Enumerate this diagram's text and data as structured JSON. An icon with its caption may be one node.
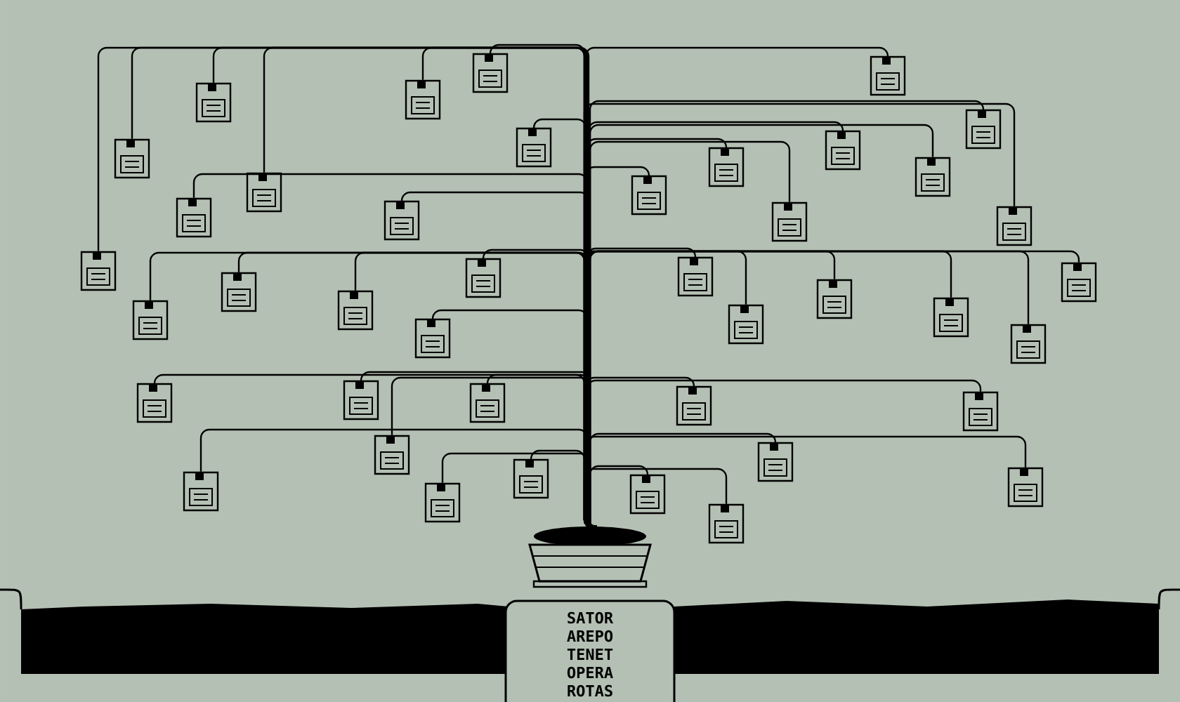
{
  "diagram": {
    "nodes": [
      {
        "text": [],
        "shape": "pot"
      },
      {
        "text": [],
        "shape": "disk"
      },
      {
        "text": [],
        "shape": "disk"
      },
      {
        "text": [],
        "shape": "disk"
      },
      {
        "text": [],
        "shape": "disk"
      },
      {
        "text": [],
        "shape": "disk"
      },
      {
        "text": [],
        "shape": "disk"
      },
      {
        "text": [],
        "shape": "disk"
      },
      {
        "text": [],
        "shape": "disk"
      },
      {
        "text": [],
        "shape": "disk"
      },
      {
        "text": [],
        "shape": "disk"
      },
      {
        "text": [],
        "shape": "disk"
      },
      {
        "text": [],
        "shape": "disk"
      },
      {
        "text": [],
        "shape": "disk"
      },
      {
        "text": [],
        "shape": "disk"
      },
      {
        "text": [],
        "shape": "disk"
      },
      {
        "text": [],
        "shape": "disk"
      },
      {
        "text": [],
        "shape": "disk"
      },
      {
        "text": [],
        "shape": "disk"
      },
      {
        "text": [],
        "shape": "disk"
      },
      {
        "text": [],
        "shape": "disk"
      },
      {
        "text": [],
        "shape": "disk"
      },
      {
        "text": [],
        "shape": "disk"
      },
      {
        "text": [],
        "shape": "disk"
      },
      {
        "text": [],
        "shape": "disk"
      },
      {
        "text": [],
        "shape": "disk"
      },
      {
        "text": [],
        "shape": "disk"
      },
      {
        "text": [],
        "shape": "disk"
      },
      {
        "text": [],
        "shape": "disk"
      },
      {
        "text": [],
        "shape": "disk"
      },
      {
        "text": [],
        "shape": "disk"
      },
      {
        "text": [],
        "shape": "disk"
      },
      {
        "text": [],
        "shape": "disk"
      },
      {
        "text": [],
        "shape": "disk"
      },
      {
        "text": [],
        "shape": "disk"
      },
      {
        "text": [],
        "shape": "disk"
      },
      {
        "text": [],
        "shape": "disk"
      },
      {
        "text": [],
        "shape": "disk"
      },
      {
        "text": [],
        "shape": "disk"
      },
      {
        "text": [],
        "shape": "disk"
      },
      {
        "text": [],
        "shape": "disk"
      },
      {
        "text": [],
        "shape": "disk"
      }
    ],
    "edges": [
      {
        "from": 0,
        "to": 1,
        "arrow": "none"
      },
      {
        "from": 0,
        "to": 2,
        "arrow": "none"
      },
      {
        "from": 0,
        "to": 3,
        "arrow": "none"
      },
      {
        "from": 0,
        "to": 4,
        "arrow": "none"
      },
      {
        "from": 0,
        "to": 5,
        "arrow": "none"
      },
      {
        "from": 0,
        "to": 6,
        "arrow": "none"
      },
      {
        "from": 0,
        "to": 7,
        "arrow": "none"
      },
      {
        "from": 0,
        "to": 8,
        "arrow": "none"
      },
      {
        "from": 0,
        "to": 9,
        "arrow": "none"
      },
      {
        "from": 0,
        "to": 10,
        "arrow": "none"
      },
      {
        "from": 0,
        "to": 11,
        "arrow": "none"
      },
      {
        "from": 0,
        "to": 12,
        "arrow": "none"
      },
      {
        "from": 0,
        "to": 13,
        "arrow": "none"
      },
      {
        "from": 0,
        "to": 14,
        "arrow": "none"
      },
      {
        "from": 0,
        "to": 15,
        "arrow": "none"
      },
      {
        "from": 0,
        "to": 16,
        "arrow": "none"
      },
      {
        "from": 0,
        "to": 17,
        "arrow": "none"
      },
      {
        "from": 0,
        "to": 18,
        "arrow": "none"
      },
      {
        "from": 0,
        "to": 19,
        "arrow": "none"
      },
      {
        "from": 0,
        "to": 20,
        "arrow": "none"
      },
      {
        "from": 0,
        "to": 21,
        "arrow": "none"
      },
      {
        "from": 0,
        "to": 22,
        "arrow": "none"
      },
      {
        "from": 0,
        "to": 23,
        "arrow": "none"
      },
      {
        "from": 0,
        "to": 24,
        "arrow": "none"
      },
      {
        "from": 0,
        "to": 25,
        "arrow": "none"
      },
      {
        "from": 0,
        "to": 26,
        "arrow": "none"
      },
      {
        "from": 0,
        "to": 27,
        "arrow": "none"
      },
      {
        "from": 0,
        "to": 28,
        "arrow": "none"
      },
      {
        "from": 0,
        "to": 29,
        "arrow": "none"
      },
      {
        "from": 0,
        "to": 30,
        "arrow": "none"
      },
      {
        "from": 0,
        "to": 31,
        "arrow": "none"
      },
      {
        "from": 0,
        "to": 32,
        "arrow": "none"
      },
      {
        "from": 0,
        "to": 33,
        "arrow": "none"
      },
      {
        "from": 0,
        "to": 34,
        "arrow": "none"
      },
      {
        "from": 0,
        "to": 35,
        "arrow": "none"
      },
      {
        "from": 0,
        "to": 36,
        "arrow": "none"
      },
      {
        "from": 0,
        "to": 37,
        "arrow": "none"
      },
      {
        "from": 0,
        "to": 38,
        "arrow": "none"
      },
      {
        "from": 0,
        "to": 39,
        "arrow": "none"
      },
      {
        "from": 0,
        "to": 40,
        "arrow": "none"
      },
      {
        "from": 0,
        "to": 41,
        "arrow": "none"
      }
    ],
    "labels": [
      "SATOR",
      "AREPO",
      "TENET",
      "OPERA",
      "ROTAS"
    ]
  }
}
